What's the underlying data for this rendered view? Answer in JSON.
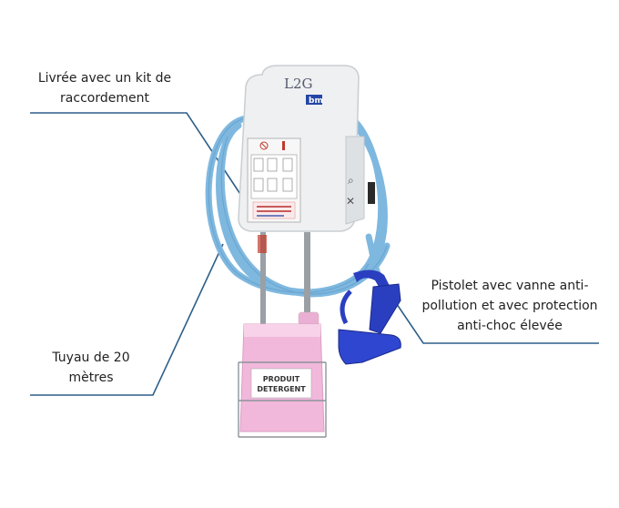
{
  "callouts": {
    "kit": "Livrée avec un kit de raccordement",
    "tuyau": "Tuyau de 20 mètres",
    "pistolet": "Pistolet avec vanne anti-pollution et avec protection anti-choc élevée"
  },
  "product": {
    "brand": "L2G",
    "badge": "bm",
    "canister_label_line1": "PRODUIT",
    "canister_label_line2": "DETERGENT"
  },
  "colors": {
    "hose": "#7fb8df",
    "leader_line": "#2e5f88",
    "canister": "#f2b8dc",
    "gun": "#2a3fc0",
    "housing": "#eef0f1"
  }
}
